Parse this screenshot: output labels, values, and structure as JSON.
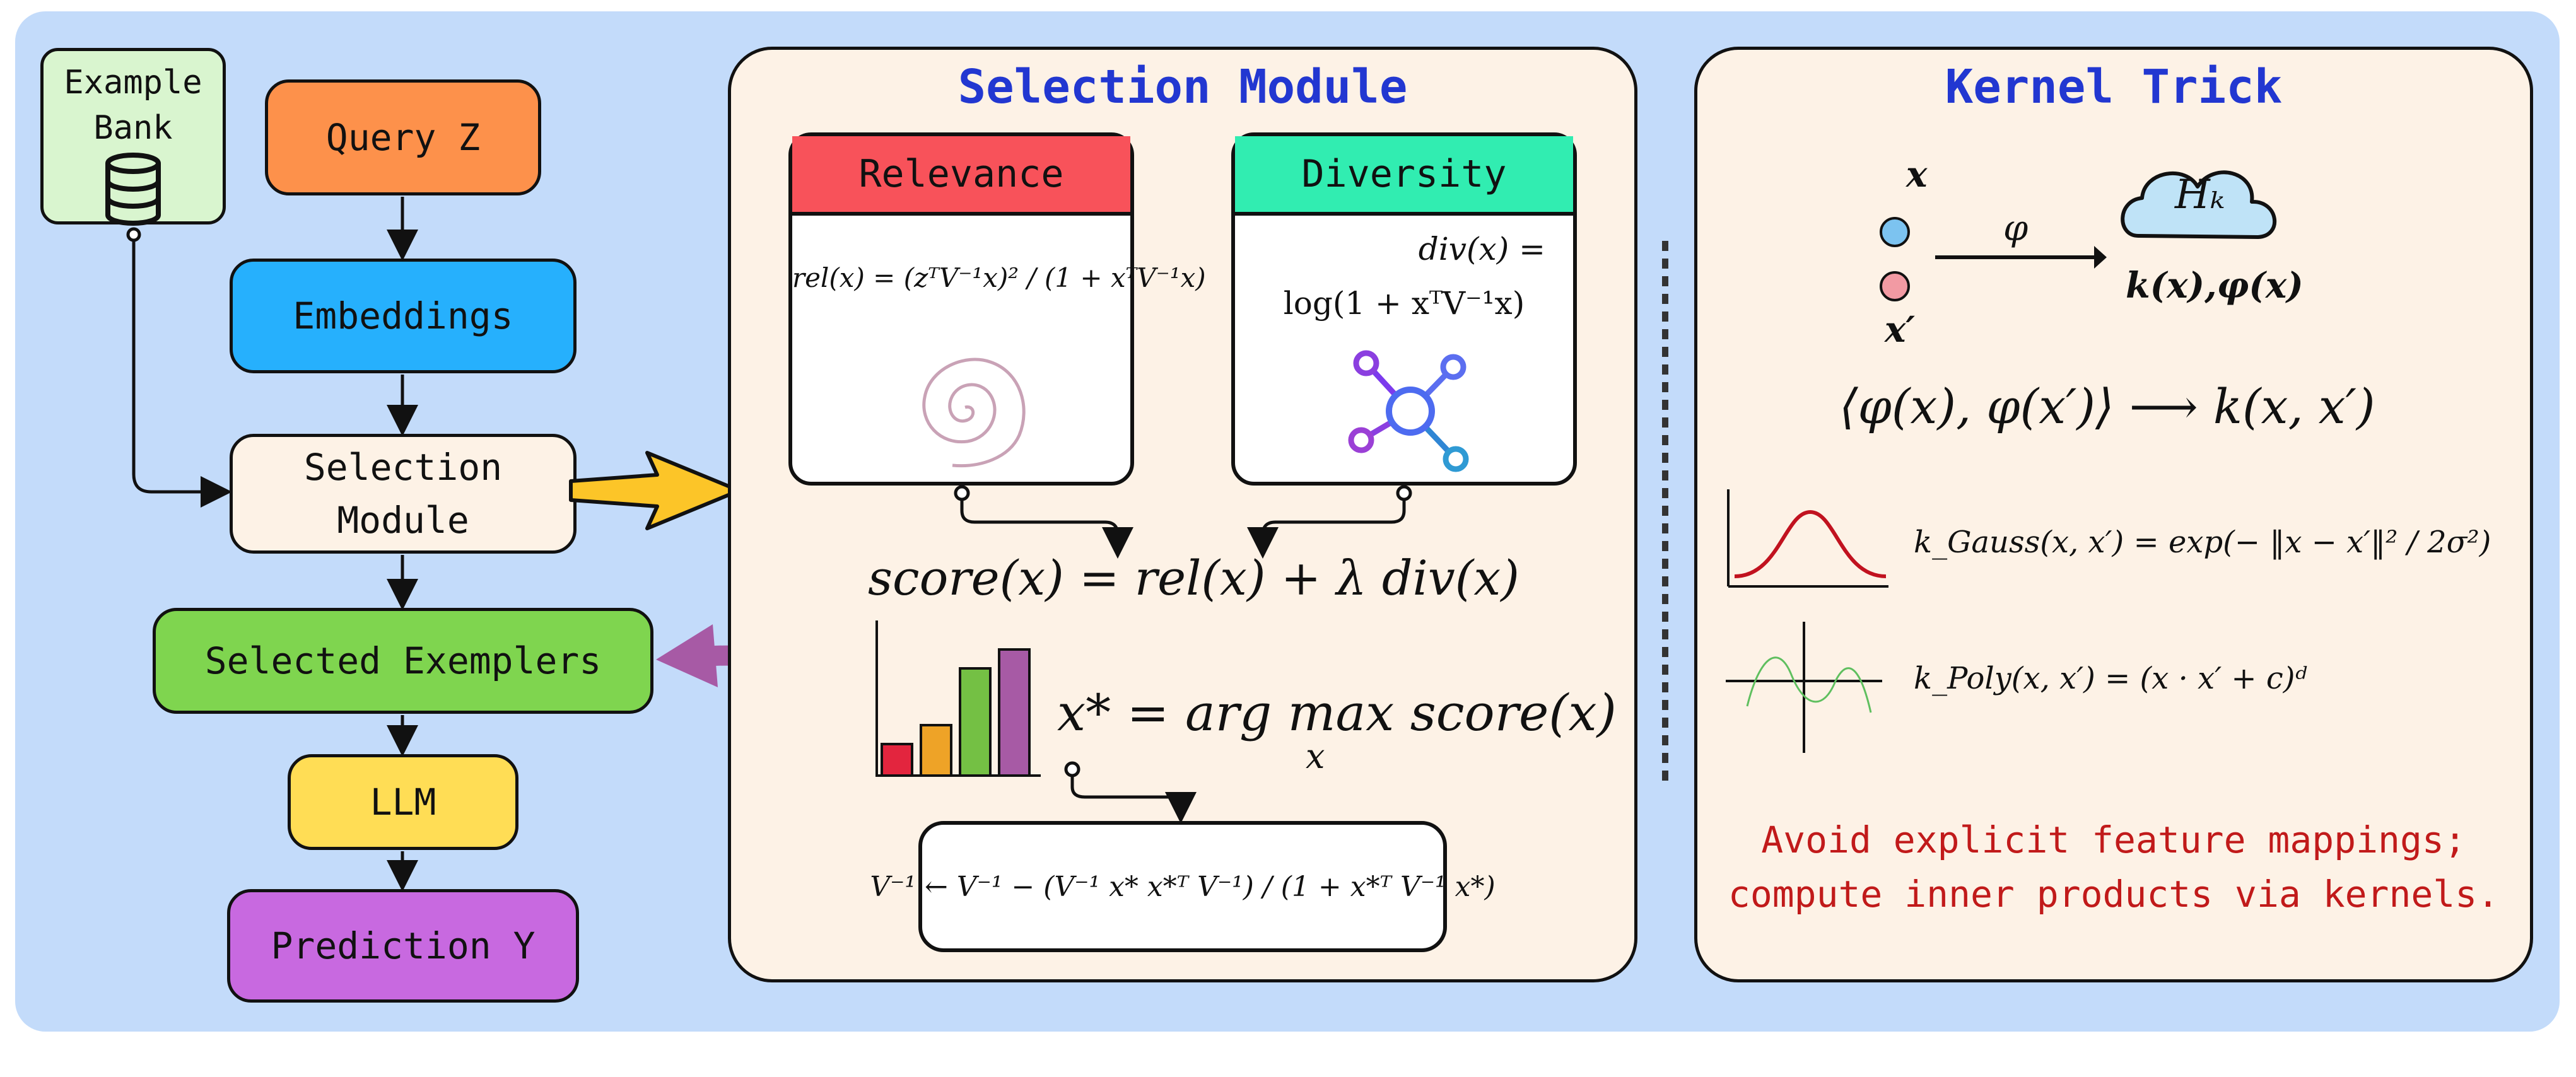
{
  "colors": {
    "background": "#c3dbfa",
    "query": "#fd914b",
    "embeddings": "#26b0fd",
    "selection": "#fdf2e6",
    "selected": "#7fd54f",
    "llm": "#ffdd55",
    "prediction": "#c869e0",
    "bank": "#d9f5cf",
    "relevance": "#f8525a",
    "diversity": "#31edb1",
    "title_blue": "#2237d1",
    "red_text": "#c11a1a"
  },
  "pipeline": {
    "example_bank": "Example\nBank",
    "query": "Query Z",
    "embeddings": "Embeddings",
    "selection_module": "Selection\nModule",
    "selected_exemplers": "Selected Exemplers",
    "llm": "LLM",
    "prediction": "Prediction Y"
  },
  "selection_panel": {
    "title": "Selection Module",
    "relevance_label": "Relevance",
    "relevance_formula": "rel(x) = (zᵀV⁻¹x)² / (1 + xᵀV⁻¹x)",
    "diversity_label": "Diversity",
    "diversity_formula_line1": "div(x) =",
    "diversity_formula_line2": "log(1 + xᵀV⁻¹x)",
    "score_formula": "score(x) = rel(x) + λ div(x)",
    "argmax_formula": "x* = arg max score(x)",
    "argmax_subscript": "x",
    "update_formula": "V⁻¹ ← V⁻¹ − (V⁻¹ x* x*ᵀ V⁻¹) / (1 + x*ᵀ V⁻¹ x*)",
    "bar_values": [
      1,
      1.6,
      3.4,
      4.0
    ],
    "bar_colors": [
      "#e3253e",
      "#eea327",
      "#74c044",
      "#a75aa5"
    ]
  },
  "kernel_panel": {
    "title": "Kernel Trick",
    "x_label": "x",
    "xprime_label": "x′",
    "phi_label": "φ",
    "hk_label": "Hₖ",
    "k_label": "k(x),φ(x)",
    "inner_product_formula": "⟨φ(x), φ(x′)⟩  ⟶  k(x, x′)",
    "gauss_formula": "k_Gauss(x, x′) = exp(− ‖x − x′‖² / 2σ²)",
    "poly_formula": "k_Poly(x, x′) = (x · x′ + c)ᵈ",
    "note_line1": "Avoid explicit feature mappings;",
    "note_line2": "compute inner products via kernels."
  }
}
